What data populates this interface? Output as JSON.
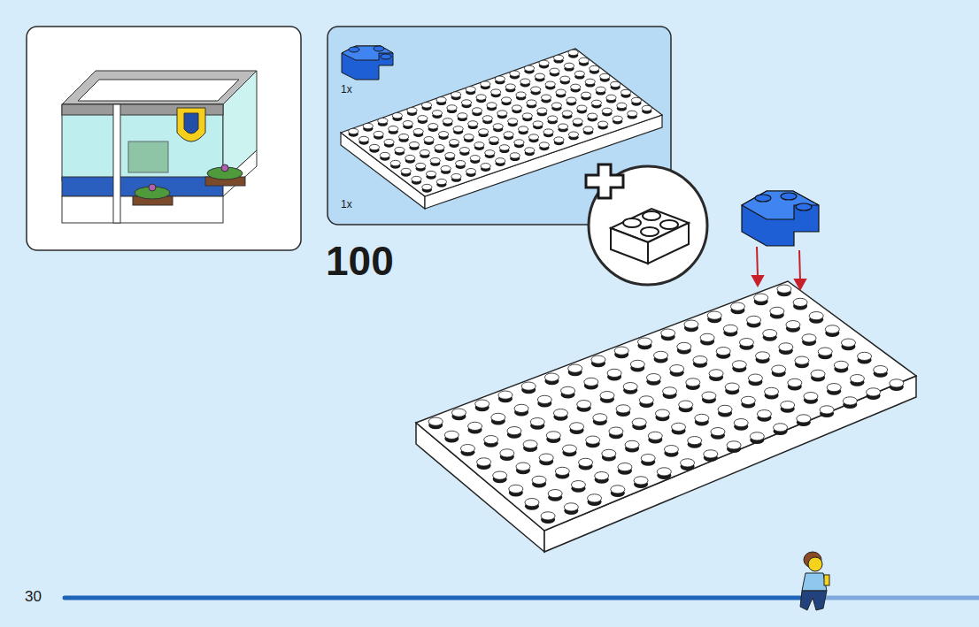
{
  "diagram": {
    "labels": [
      "1x",
      "1x",
      "100",
      "30"
    ]
  }
}
